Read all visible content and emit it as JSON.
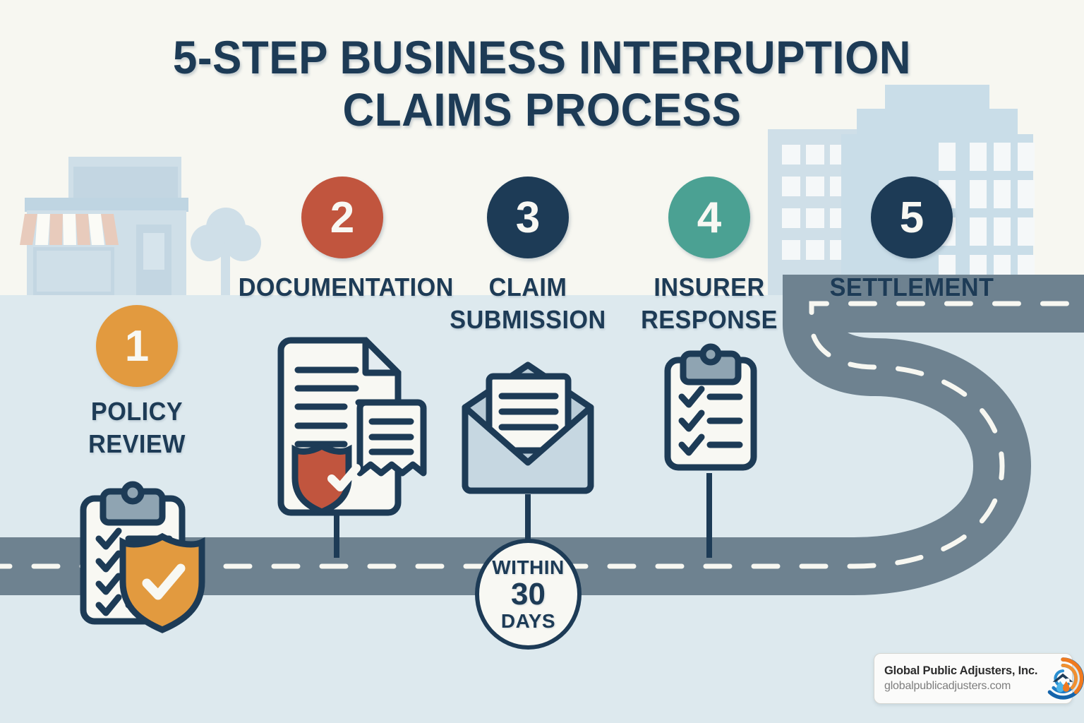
{
  "title": {
    "line1": "5-STEP BUSINESS INTERRUPTION",
    "line2": "CLAIMS PROCESS"
  },
  "colors": {
    "background_top": "#f7f7f1",
    "background_bottom": "#dde9ee",
    "navy": "#1d3b56",
    "orange": "#e29a3f",
    "terracotta": "#c1553e",
    "teal": "#4ba193",
    "road": "#6e8290",
    "road_dash": "#f7f7f1",
    "building": "#cfe0e9",
    "awning": "#e8cbbc"
  },
  "steps": [
    {
      "number": "1",
      "label_line1": "POLICY",
      "label_line2": "REVIEW",
      "color": "#e29a3f",
      "icon": "clipboard-shield-icon"
    },
    {
      "number": "2",
      "label_line1": "DOCUMENTATION",
      "label_line2": "",
      "color": "#c1553e",
      "icon": "document-receipt-shield-icon"
    },
    {
      "number": "3",
      "label_line1": "CLAIM",
      "label_line2": "SUBMISSION",
      "color": "#1d3b56",
      "icon": "open-envelope-icon"
    },
    {
      "number": "4",
      "label_line1": "INSURER",
      "label_line2": "RESPONSE",
      "color": "#4ba193",
      "icon": "clipboard-checklist-icon"
    },
    {
      "number": "5",
      "label_line1": "SETTLEMENT",
      "label_line2": "",
      "color": "#1d3b56",
      "icon": "winding-road-icon"
    }
  ],
  "badge": {
    "top": "WITHIN",
    "middle": "30",
    "bottom": "DAYS"
  },
  "logo": {
    "company": "Global Public Adjusters, Inc.",
    "website": "globalpublicadjusters.com",
    "mark": "swoosh-house-logo-icon"
  }
}
